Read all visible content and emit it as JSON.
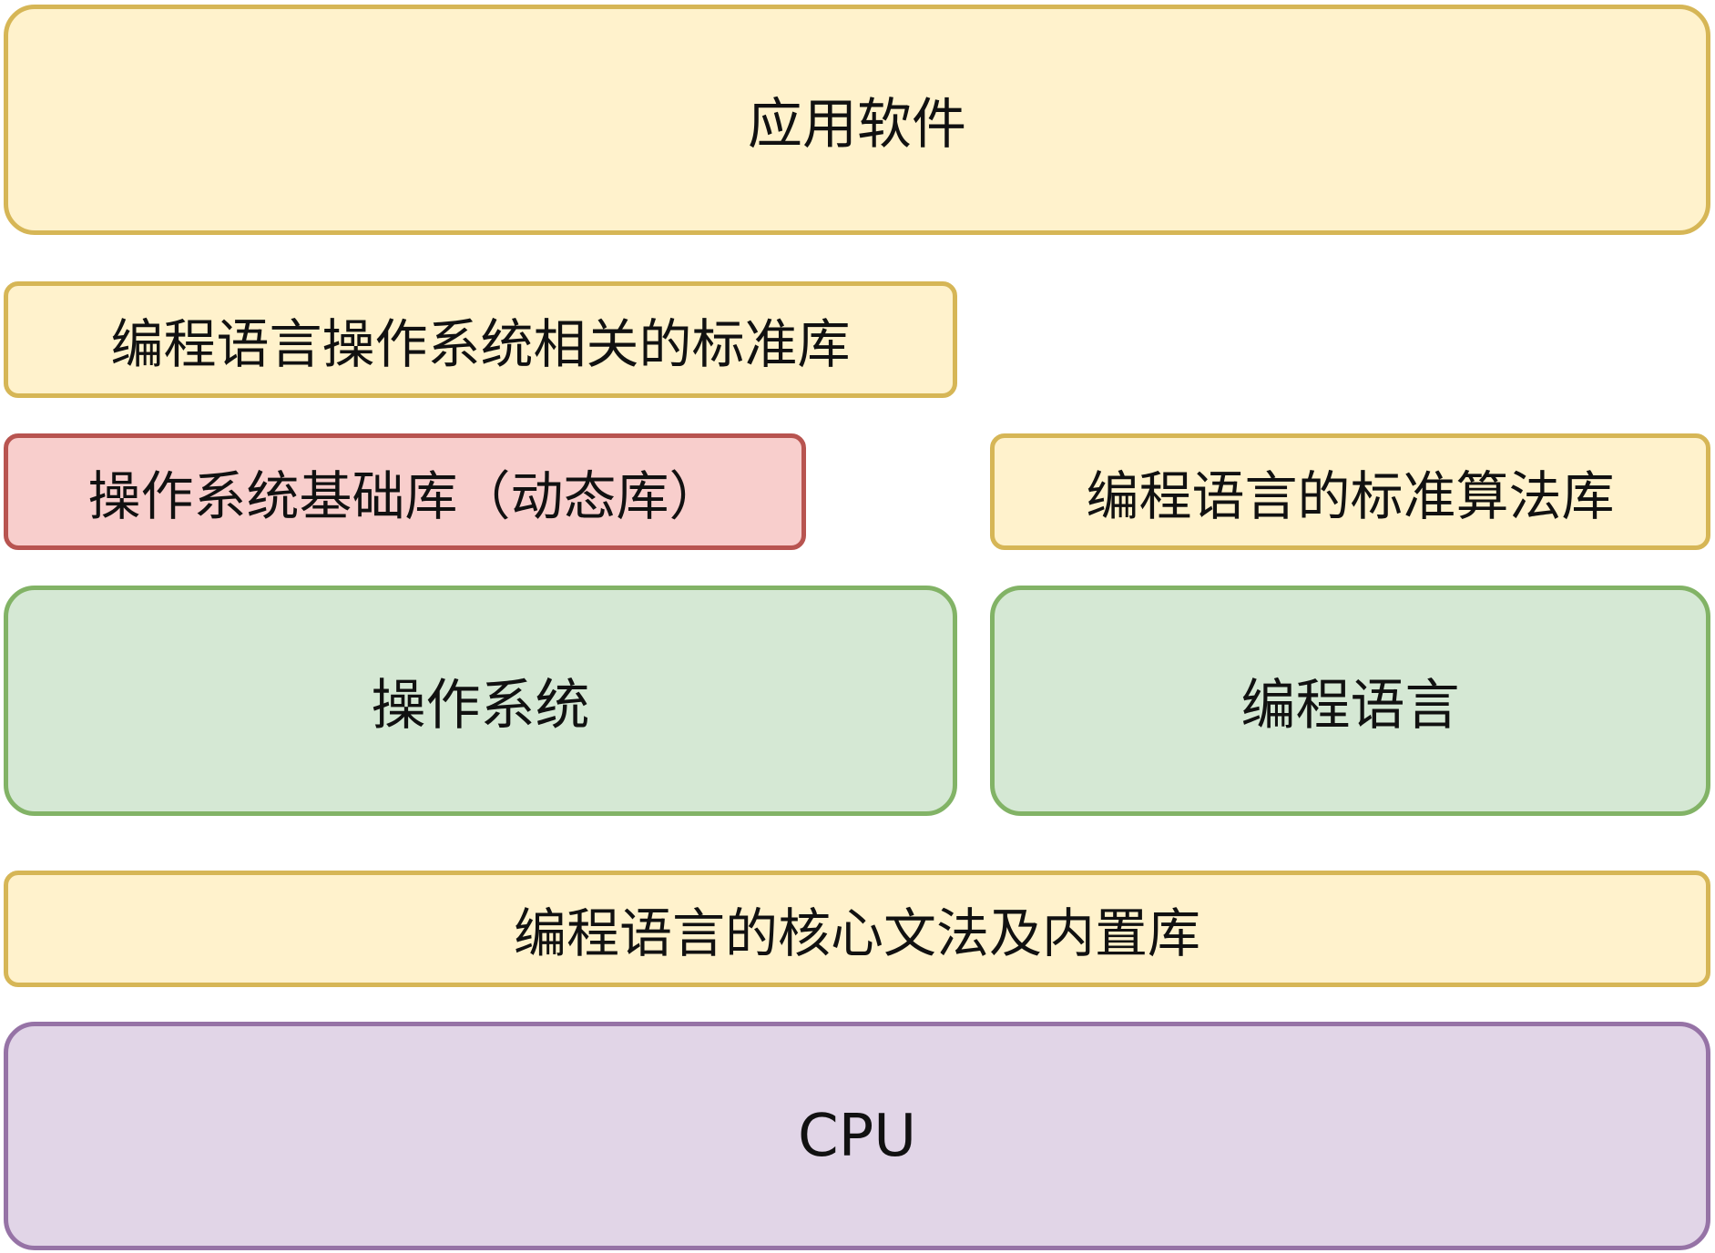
{
  "layers": {
    "app": "应用软件",
    "os_std_lib": "编程语言操作系统相关的标准库",
    "os_base_lib": "操作系统基础库（动态库）",
    "lang_algo_lib": "编程语言的标准算法库",
    "os": "操作系统",
    "lang": "编程语言",
    "core": "编程语言的核心文法及内置库",
    "cpu": "CPU"
  },
  "colors": {
    "yellow_fill": "#fff2cc",
    "yellow_stroke": "#d6b656",
    "red_fill": "#f8cecc",
    "red_stroke": "#b85450",
    "green_fill": "#d5e8d4",
    "green_stroke": "#82b366",
    "purple_fill": "#e1d5e7",
    "purple_stroke": "#9673a6"
  }
}
